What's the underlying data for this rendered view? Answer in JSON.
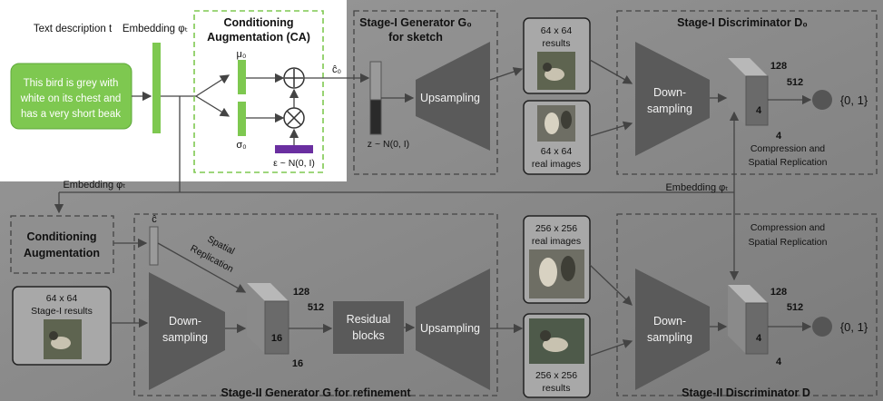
{
  "text_description": {
    "label": "Text description t",
    "lines": [
      "This bird is grey with",
      "white on its chest and",
      "has a very short beak"
    ]
  },
  "embedding_label": "Embedding φₜ",
  "ca": {
    "title_line1": "Conditioning",
    "title_line2": "Augmentation (CA)",
    "mu": "μ₀",
    "sigma": "σ₀",
    "epsilon": "ε ~ N(0, I)",
    "c0": "ĉ₀"
  },
  "stage1_generator": {
    "title_line1": "Stage-I Generator G₀",
    "title_line2": "for sketch",
    "upsampling": "Upsampling",
    "noise": "z ~ N(0, I)"
  },
  "stage1_images": {
    "results_line1": "64 x 64",
    "results_line2": "results",
    "real_line1": "64 x 64",
    "real_line2": "real images"
  },
  "stage1_discriminator": {
    "title": "Stage-I Discriminator D₀",
    "downsampling_line1": "Down-",
    "downsampling_line2": "sampling",
    "dim_128": "128",
    "dim_512": "512",
    "dim_4a": "4",
    "dim_4b": "4",
    "output": "{0, 1}",
    "compression_line1": "Compression and",
    "compression_line2": "Spatial Replication"
  },
  "embedding_right": "Embedding φₜ",
  "ca2": {
    "line1": "Conditioning",
    "line2": "Augmentation",
    "c_hat": "ĉ"
  },
  "stage2_generator": {
    "input_line1": "64 x 64",
    "input_line2": "Stage-I results",
    "spatial_line1": "Spatial",
    "spatial_line2": "Replication",
    "downsampling_line1": "Down-",
    "downsampling_line2": "sampling",
    "dim_128": "128",
    "dim_512": "512",
    "dim_16a": "16",
    "dim_16b": "16",
    "residual_line1": "Residual",
    "residual_line2": "blocks",
    "upsampling": "Upsampling",
    "title": "Stage-II Generator G for refinement"
  },
  "stage2_images": {
    "real_line1": "256 x 256",
    "real_line2": "real images",
    "results_line1": "256 x 256",
    "results_line2": "results"
  },
  "stage2_discriminator": {
    "compression_line1": "Compression and",
    "compression_line2": "Spatial Replication",
    "downsampling_line1": "Down-",
    "downsampling_line2": "sampling",
    "dim_128": "128",
    "dim_512": "512",
    "dim_4a": "4",
    "dim_4b": "4",
    "output": "{0, 1}",
    "title": "Stage-II Discriminator D"
  },
  "colors": {
    "background": "#6c6c6c",
    "panel": "#8f8f8f",
    "highlight_panel": "#ffffff",
    "green": "#7ec850",
    "purple": "#6a2fa0",
    "trapezoid": "#5a5a5a"
  }
}
